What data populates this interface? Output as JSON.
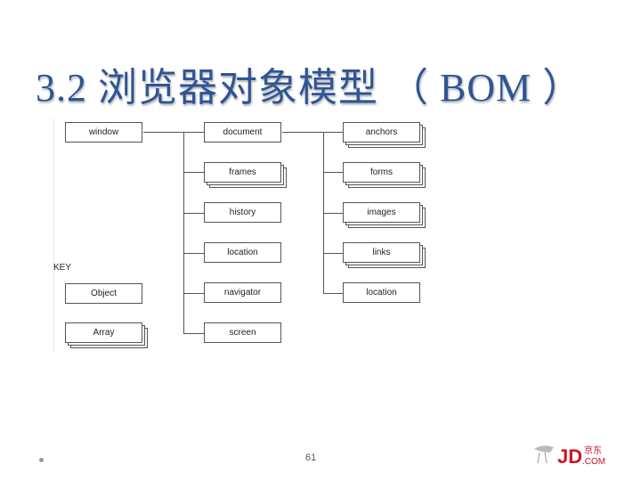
{
  "title": "3.2 浏览器对象模型 （ BOM ）",
  "diagram": {
    "root": "window",
    "level1": [
      "document",
      "frames",
      "history",
      "location",
      "navigator",
      "screen"
    ],
    "level2": [
      "anchors",
      "forms",
      "images",
      "links",
      "location"
    ],
    "key_label": "KEY",
    "key_items": [
      "Object",
      "Array"
    ]
  },
  "page_number": "61",
  "logo_text": "JD.COM 京东"
}
